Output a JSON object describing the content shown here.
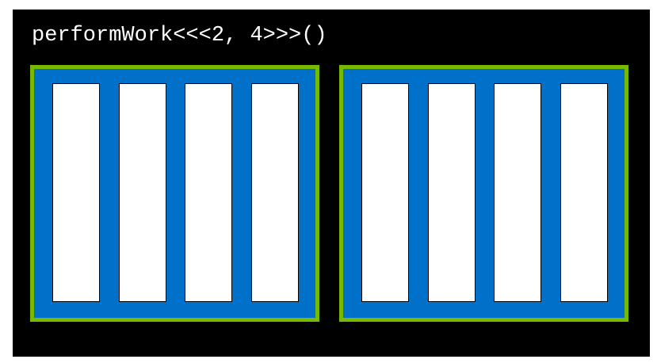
{
  "diagram": {
    "launch_code": "performWork<<<2, 4>>>()",
    "block_count": 2,
    "threads_per_block": 4,
    "colors": {
      "background": "#000000",
      "block_fill": "#0070c8",
      "block_border": "#76b900",
      "thread_fill": "#ffffff"
    }
  }
}
